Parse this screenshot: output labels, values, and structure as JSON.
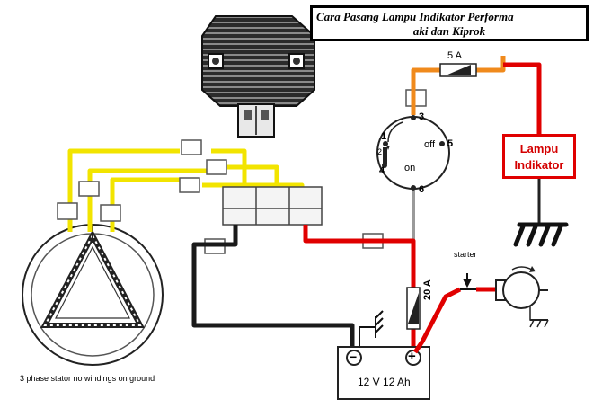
{
  "title": {
    "line1": "Cara Pasang Lampu Indikator Performa",
    "line2": "aki dan Kiprok"
  },
  "lamp": {
    "line1": "Lampu",
    "line2": "Indikator"
  },
  "fuse_main": "5 A",
  "fuse_starter": "20 A",
  "switch": {
    "terminals": [
      "1",
      "2",
      "3",
      "4",
      "5",
      "6"
    ],
    "off_label": "off",
    "on_label": "on"
  },
  "starter_label": "starter",
  "battery": {
    "label": "12 V 12 Ah",
    "negative": "−",
    "positive": "+"
  },
  "stator_caption": "3 phase stator no windings on ground",
  "colors": {
    "yellow_wire": "#f2e400",
    "red_wire": "#e00000",
    "orange_wire": "#f08a1c",
    "black_wire": "#1a1a1a",
    "grey_wire": "#9a9a9a"
  }
}
